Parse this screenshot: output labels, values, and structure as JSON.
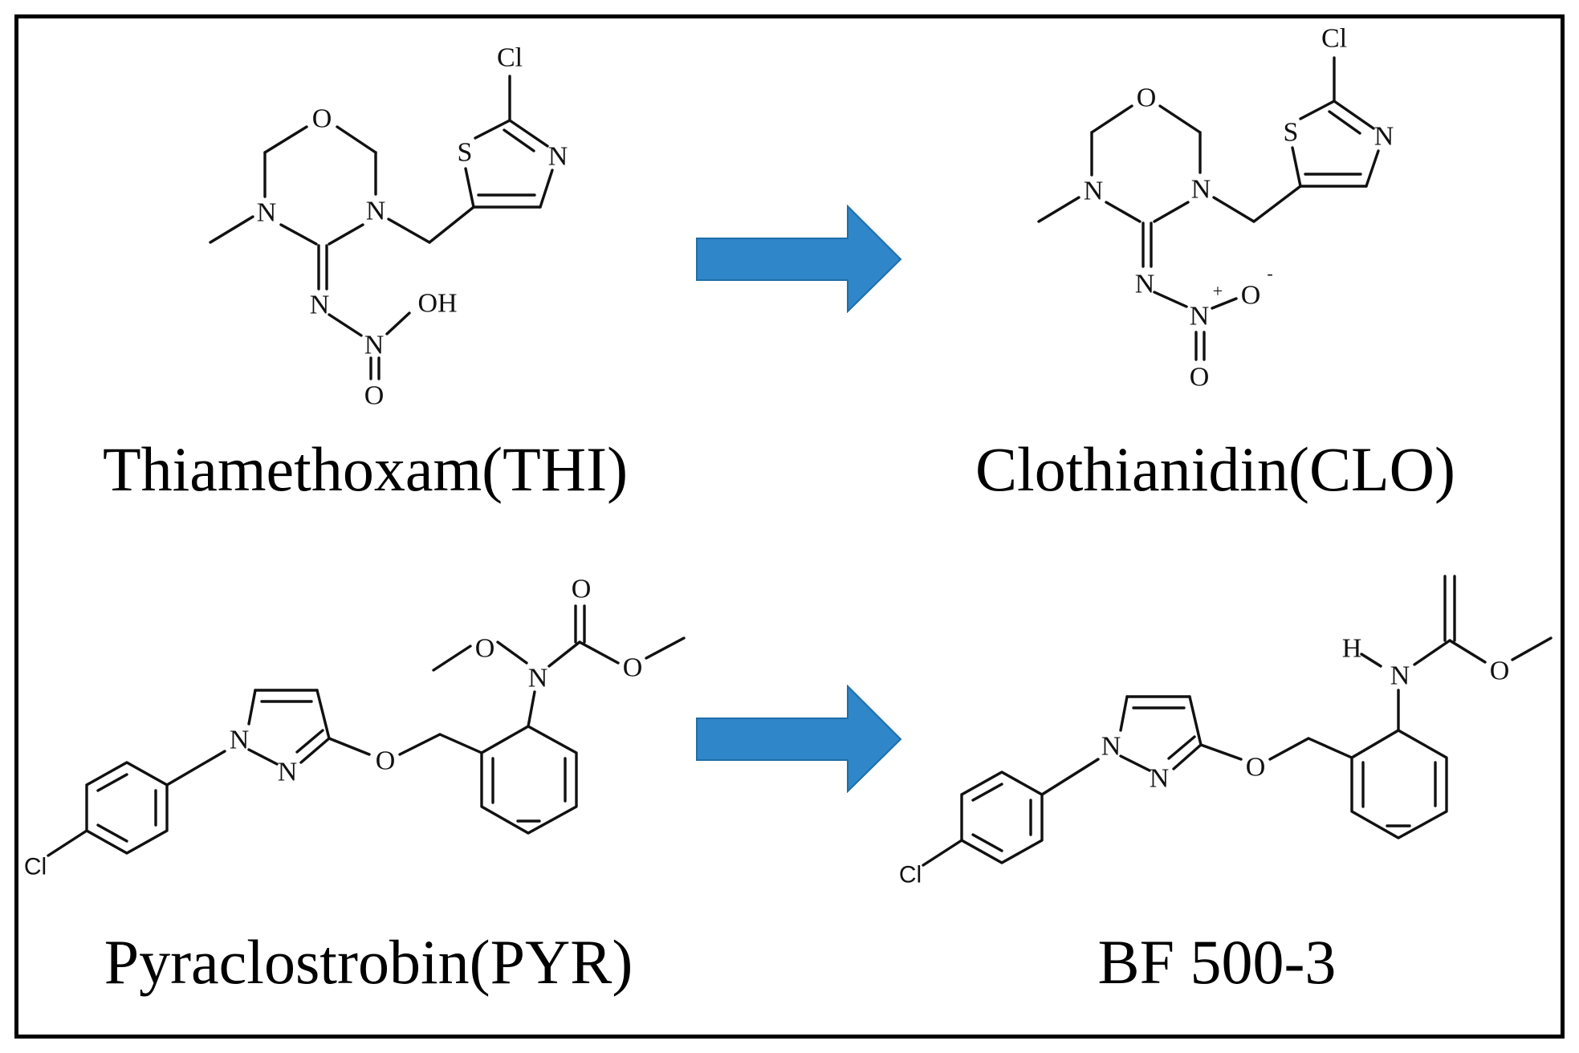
{
  "reactions": [
    {
      "parent": {
        "name": "Thiamethoxam(THI)",
        "atoms": {
          "cl": "Cl",
          "o_ring": "O",
          "s": "S",
          "n_thz": "N",
          "n1": "N",
          "n3": "N",
          "n_im": "N",
          "n_no": "N",
          "o_no": "O",
          "oh": "OH"
        }
      },
      "product": {
        "name": "Clothianidin(CLO)",
        "atoms": {
          "cl": "Cl",
          "o_ring": "O",
          "s": "S",
          "n_thz": "N",
          "n1": "N",
          "n3": "N",
          "n_im": "N",
          "n_no": "N",
          "o_minus": "O",
          "o_eq": "O",
          "plus": "+",
          "minus": "-"
        }
      },
      "arrow": {
        "color": "#2f86c9",
        "icon": "right-arrow-icon"
      }
    },
    {
      "parent": {
        "name": "Pyraclostrobin(PYR)",
        "atoms": {
          "cl": "Cl",
          "n1": "N",
          "n2": "N",
          "o_ether": "O",
          "n_carb": "N",
          "o_meo": "O",
          "o_co": "O",
          "o_est": "O"
        }
      },
      "product": {
        "name": "BF 500-3",
        "atoms": {
          "cl": "Cl",
          "n1": "N",
          "n2": "N",
          "o_ether": "O",
          "h": "H",
          "n_h": "N",
          "o_est": "O"
        }
      },
      "arrow": {
        "color": "#2f86c9",
        "icon": "right-arrow-icon"
      }
    }
  ]
}
